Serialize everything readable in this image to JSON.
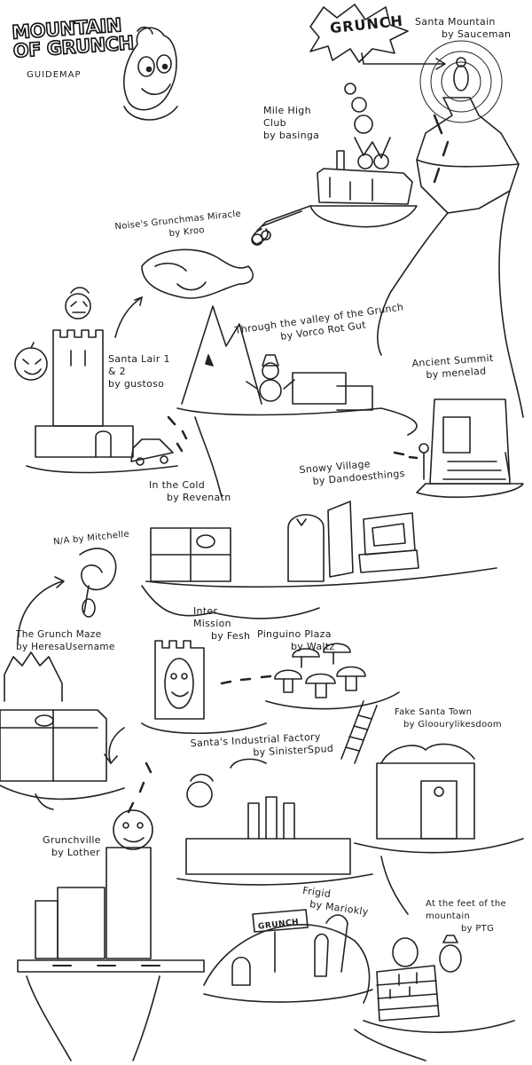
{
  "map": {
    "title_line1": "MOUNTAIN",
    "title_line2": "OF GRUNCH",
    "subtitle": "GUIDEMAP",
    "grunch_bubble": "GRUNCH",
    "sign_text": "GRUNCH"
  },
  "levels": [
    {
      "name": "Santa Mountain",
      "author": "by Sauceman"
    },
    {
      "name": "Mile High Club",
      "author": "by basinga"
    },
    {
      "name": "Noise's Grunchmas Miracle",
      "author": "by Kroo"
    },
    {
      "name": "Santa Lair 1 & 2",
      "author": "by gustoso"
    },
    {
      "name": "Through the valley of the Grunch",
      "author": "by Vorco Rot Gut"
    },
    {
      "name": "Ancient Summit",
      "author": "by menelad"
    },
    {
      "name": "In the Cold",
      "author": "by Revenatn"
    },
    {
      "name": "Snowy Village",
      "author": "by Dandoesthings"
    },
    {
      "name": "N/A",
      "author": "by Mitchelle"
    },
    {
      "name": "Inter Mission",
      "author": "by Fesh"
    },
    {
      "name": "Pinguino Plaza",
      "author": "by Waltz"
    },
    {
      "name": "The Grunch Maze",
      "author": "by HeresaUsername"
    },
    {
      "name": "Fake Santa Town",
      "author": "by Gloourylikesdoom"
    },
    {
      "name": "Santa's Industrial Factory",
      "author": "by SinisterSpud"
    },
    {
      "name": "Grunchville",
      "author": "by Lother"
    },
    {
      "name": "Frigid",
      "author": "by Mariokly"
    },
    {
      "name": "At the feet of the mountain",
      "author": "by PTG"
    }
  ]
}
